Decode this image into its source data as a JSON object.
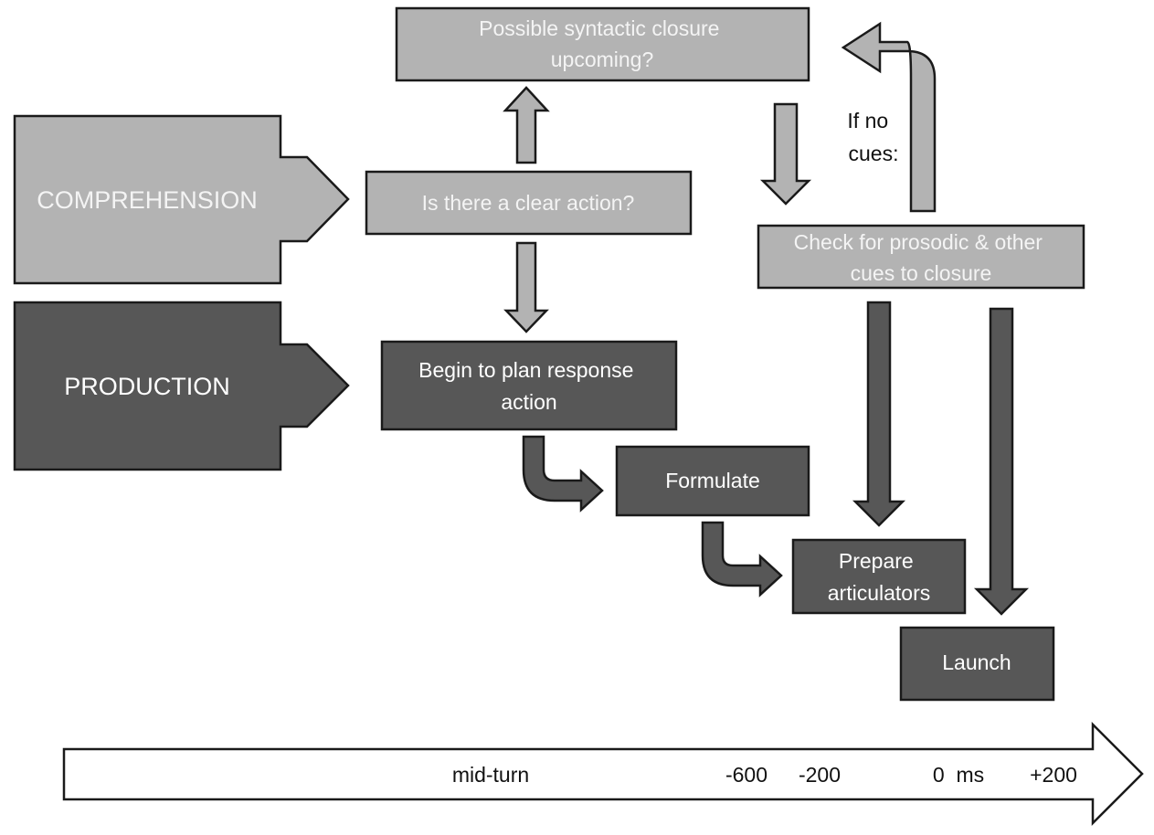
{
  "nodes": {
    "comprehension": "COMPREHENSION",
    "production": "PRODUCTION",
    "clear_action": "Is there a clear action?",
    "syntactic_closure": [
      "Possible syntactic closure",
      "upcoming?"
    ],
    "prosodic_cues": [
      "Check for prosodic & other",
      "cues to closure"
    ],
    "plan_response": [
      "Begin to plan response",
      "action"
    ],
    "formulate": "Formulate",
    "prepare": [
      "Prepare",
      "articulators"
    ],
    "launch": "Launch"
  },
  "annotations": {
    "if_no_cues": [
      "If no",
      "cues:"
    ]
  },
  "timeline": {
    "mid_turn": "mid-turn",
    "t_minus_600": "-600",
    "t_minus_200": "-200",
    "t_zero": "0  ms",
    "t_plus_200": "+200"
  },
  "colors": {
    "comprehension_fill": "#b3b3b3",
    "production_fill": "#575757",
    "timeline_fill": "#ffffff",
    "outline": "#1a1a1a"
  }
}
